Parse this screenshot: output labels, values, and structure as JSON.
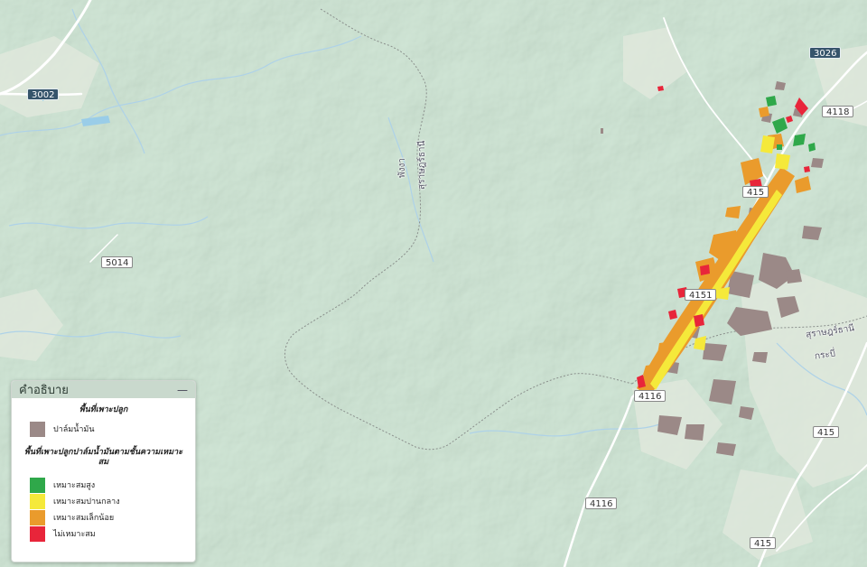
{
  "map": {
    "roads": [
      "3002",
      "3026",
      "4118",
      "5014",
      "415",
      "4116",
      "4116",
      "415",
      "415",
      "4151"
    ],
    "places": [
      "พังงา",
      "สุราษฎร์ธานี",
      "สุราษฎร์ธานี",
      "กระบี่"
    ]
  },
  "legend": {
    "title": "คำอธิบาย",
    "minimize": "—",
    "section1_title": "พื้นที่เพาะปลูก",
    "section1_items": [
      {
        "label": "ปาล์มน้ำมัน",
        "color": "#9b8987"
      }
    ],
    "section2_title": "พื้นที่เพาะปลูกปาล์มน้ำมันตามชั้นความเหมาะสม",
    "section2_items": [
      {
        "label": "เหมาะสมสูง",
        "color": "#2fa84a"
      },
      {
        "label": "เหมาะสมปานกลาง",
        "color": "#f5e93a"
      },
      {
        "label": "เหมาะสมเล็กน้อย",
        "color": "#ea9b2c"
      },
      {
        "label": "ไม่เหมาะสม",
        "color": "#e8253a"
      }
    ]
  },
  "colors": {
    "high": "#2fa84a",
    "moderate": "#f5e93a",
    "marginal": "#ea9b2c",
    "unsuitable": "#e8253a",
    "palm": "#9b8987",
    "terrain": "#c6e1cd"
  }
}
